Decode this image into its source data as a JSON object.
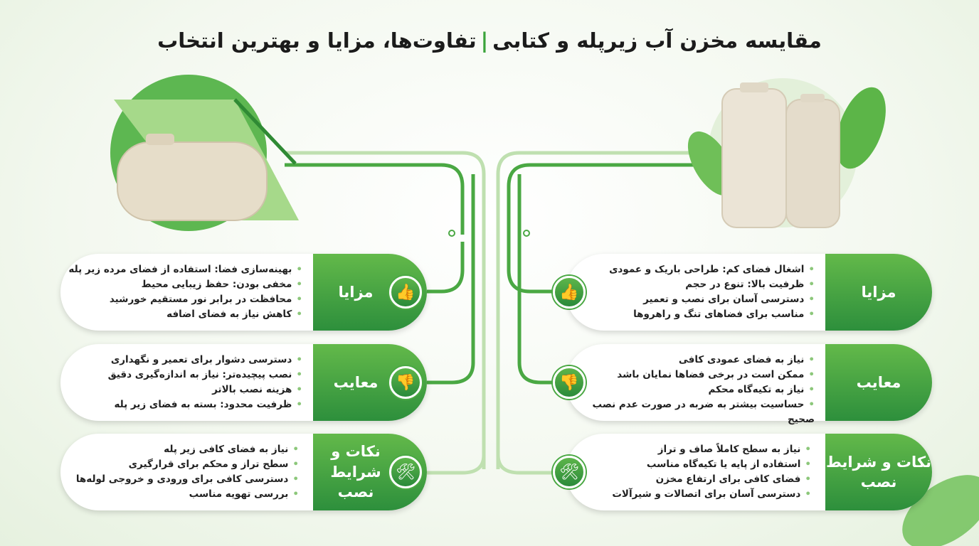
{
  "title": {
    "part1": "مقایسه مخزن آب زیرپله و کتابی",
    "separator": "|",
    "part2": "تفاوت‌ها، مزایا و بهترین انتخاب"
  },
  "colors": {
    "accent": "#3aa33a",
    "tab_top": "#63b94a",
    "tab_bottom": "#2d8f3c"
  },
  "left": {
    "image": "under-stair-water-tank",
    "sections": [
      {
        "label": "مزایا",
        "icon": "thumbs-up-icon",
        "items": [
          "بهینه‌سازی فضا: استفاده از فضای مرده زیر پله",
          "مخفی بودن: حفظ زیبایی محیط",
          "محافظت در برابر نور مستقیم خورشید",
          "کاهش نیاز به فضای اضافه"
        ]
      },
      {
        "label": "معایب",
        "icon": "thumbs-down-icon",
        "items": [
          "دسترسی دشوار برای تعمیر و نگهداری",
          "نصب پیچیده‌تر: نیاز به اندازه‌گیری دقیق",
          "هزینه نصب بالاتر",
          "ظرفیت محدود: بسته به فضای زیر پله"
        ]
      },
      {
        "label": "نکات و شرایط نصب",
        "icon": "tools-icon",
        "items": [
          "نیاز به فضای کافی زیر پله",
          "سطح تراز و محکم برای قرارگیری",
          "دسترسی کافی برای ورودی و خروجی لوله‌ها",
          "بررسی تهویه مناسب"
        ]
      }
    ]
  },
  "right": {
    "image": "vertical-book-water-tank",
    "sections": [
      {
        "label": "مزایا",
        "icon": "thumbs-up-icon",
        "items": [
          "اشغال فضای کم: طراحی باریک و عمودی",
          "ظرفیت بالا: تنوع در حجم",
          "دسترسی آسان برای نصب و تعمیر",
          "مناسب برای فضاهای تنگ و راهروها"
        ]
      },
      {
        "label": "معایب",
        "icon": "thumbs-down-icon",
        "items": [
          "نیاز به فضای عمودی کافی",
          "ممکن است در برخی فضاها نمایان باشد",
          "نیاز به تکیه‌گاه محکم",
          "حساسیت بیشتر به ضربه در صورت عدم نصب صحیح"
        ]
      },
      {
        "label": "نکات و شرایط نصب",
        "icon": "tools-icon",
        "items": [
          "نیاز به سطح کاملاً صاف و تراز",
          "استفاده از پایه یا تکیه‌گاه مناسب",
          "فضای کافی برای ارتفاع مخزن",
          "دسترسی آسان برای اتصالات و شیرآلات"
        ]
      }
    ]
  }
}
